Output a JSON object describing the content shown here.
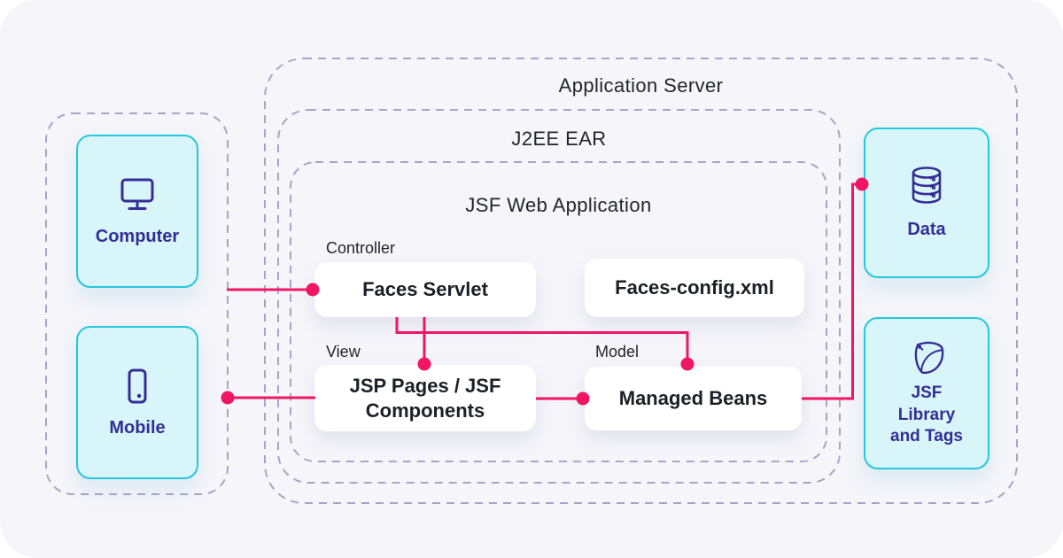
{
  "diagram": {
    "clients": {
      "computer_label": "Computer",
      "mobile_label": "Mobile"
    },
    "app_server": {
      "title": "Application Server",
      "ear_title": "J2EE EAR",
      "webapp_title": "JSF Web Application",
      "controller_label": "Controller",
      "view_label": "View",
      "model_label": "Model",
      "faces_servlet_label": "Faces Servlet",
      "faces_config_label": "Faces-config.xml",
      "jsp_pages_label": "JSP Pages / JSF Components",
      "managed_beans_label": "Managed Beans"
    },
    "resources": {
      "data_label": "Data",
      "library_label": "JSF Library and Tags"
    },
    "icons": {
      "computer": "monitor-icon",
      "mobile": "smartphone-icon",
      "data": "database-icon",
      "library": "leaf-icon"
    },
    "colors": {
      "accent_pink": "#f11664",
      "cyan_border": "#25c7dc",
      "cyan_fill": "#d8f6fa",
      "indigo": "#342d97",
      "dashed_border": "#a8a4c9",
      "ink": "#23242e",
      "card_bg": "#f5f5fa"
    }
  }
}
